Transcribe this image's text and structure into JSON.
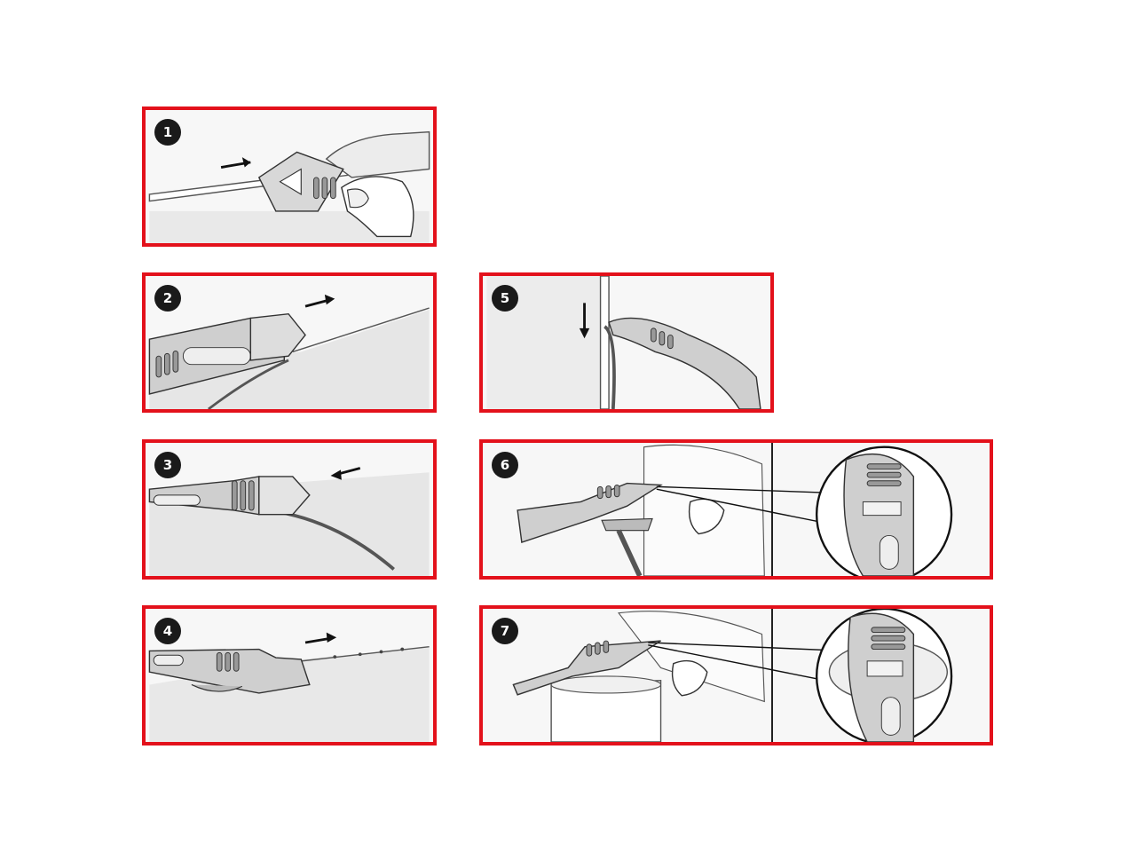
{
  "colors": {
    "frame": "#e3111b",
    "badge": "#1a1a1a",
    "background": "#ffffff"
  },
  "steps": [
    {
      "number": "1"
    },
    {
      "number": "2"
    },
    {
      "number": "3"
    },
    {
      "number": "4"
    },
    {
      "number": "5"
    },
    {
      "number": "6"
    },
    {
      "number": "7"
    }
  ]
}
